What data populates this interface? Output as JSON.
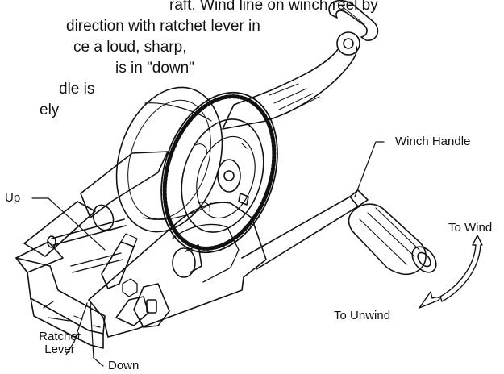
{
  "intro_text": {
    "lines": [
      "raft. Wind line on winch reel by",
      "direction with ratchet lever in",
      "ce a loud, sharp,",
      "is in \"down\"",
      "dle is",
      "ely"
    ]
  },
  "labels": {
    "winch_handle": "Winch Handle",
    "up": "Up",
    "to_wind": "To Wind",
    "to_unwind": "To Unwind",
    "ratchet_lever_line1": "Ratchet",
    "ratchet_lever_line2": "Lever",
    "down": "Down"
  }
}
